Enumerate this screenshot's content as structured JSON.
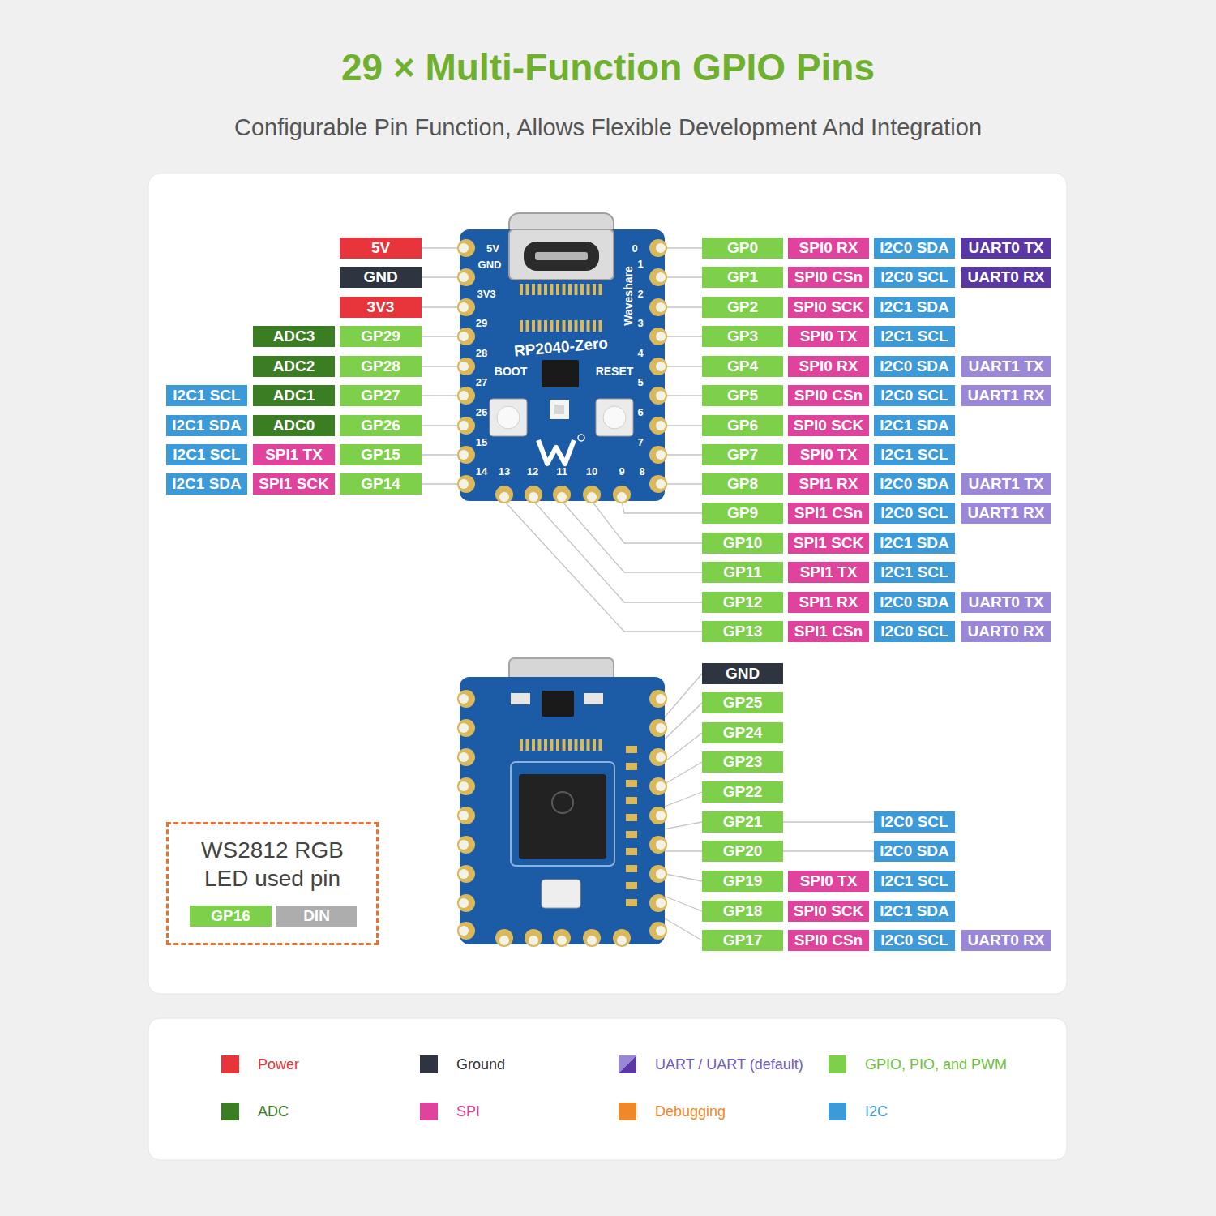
{
  "diagram": {
    "title": "29 × Multi-Function GPIO Pins",
    "caption": "Configurable Pin Function, Allows Flexible Development And Integration",
    "nodes": [
      {
        "text": [
          "5V"
        ]
      },
      {
        "text": [
          "GND"
        ]
      },
      {
        "text": [
          "3V3"
        ]
      },
      {
        "text": [
          "ADC3"
        ]
      },
      {
        "text": [
          "GP29"
        ]
      },
      {
        "text": [
          "ADC2"
        ]
      },
      {
        "text": [
          "GP28"
        ]
      },
      {
        "text": [
          "I2C1 SCL"
        ]
      },
      {
        "text": [
          "ADC1"
        ]
      },
      {
        "text": [
          "GP27"
        ]
      },
      {
        "text": [
          "I2C1 SDA"
        ]
      },
      {
        "text": [
          "ADC0"
        ]
      },
      {
        "text": [
          "GP26"
        ]
      },
      {
        "text": [
          "I2C1 SCL"
        ]
      },
      {
        "text": [
          "SPI1 TX"
        ]
      },
      {
        "text": [
          "GP15"
        ]
      },
      {
        "text": [
          "I2C1 SDA"
        ]
      },
      {
        "text": [
          "SPI1 SCK"
        ]
      },
      {
        "text": [
          "GP14"
        ]
      },
      {
        "text": [
          "GP0"
        ]
      },
      {
        "text": [
          "SPI0 RX"
        ]
      },
      {
        "text": [
          "I2C0 SDA"
        ]
      },
      {
        "text": [
          "UART0 TX"
        ]
      },
      {
        "text": [
          "GP1"
        ]
      },
      {
        "text": [
          "SPI0 CSn"
        ]
      },
      {
        "text": [
          "I2C0 SCL"
        ]
      },
      {
        "text": [
          "UART0 RX"
        ]
      },
      {
        "text": [
          "GP2"
        ]
      },
      {
        "text": [
          "SPI0 SCK"
        ]
      },
      {
        "text": [
          "I2C1 SDA"
        ]
      },
      {
        "text": [
          "GP3"
        ]
      },
      {
        "text": [
          "SPI0 TX"
        ]
      },
      {
        "text": [
          "I2C1 SCL"
        ]
      },
      {
        "text": [
          "GP4"
        ]
      },
      {
        "text": [
          "SPI0 RX"
        ]
      },
      {
        "text": [
          "I2C0 SDA"
        ]
      },
      {
        "text": [
          "UART1 TX"
        ]
      },
      {
        "text": [
          "GP5"
        ]
      },
      {
        "text": [
          "SPI0 CSn"
        ]
      },
      {
        "text": [
          "I2C0 SCL"
        ]
      },
      {
        "text": [
          "UART1 RX"
        ]
      },
      {
        "text": [
          "GP6"
        ]
      },
      {
        "text": [
          "SPI0 SCK"
        ]
      },
      {
        "text": [
          "I2C1 SDA"
        ]
      },
      {
        "text": [
          "GP7"
        ]
      },
      {
        "text": [
          "SPI0 TX"
        ]
      },
      {
        "text": [
          "I2C1 SCL"
        ]
      },
      {
        "text": [
          "GP8"
        ]
      },
      {
        "text": [
          "SPI1 RX"
        ]
      },
      {
        "text": [
          "I2C0 SDA"
        ]
      },
      {
        "text": [
          "UART1 TX"
        ]
      },
      {
        "text": [
          "GP9"
        ]
      },
      {
        "text": [
          "SPI1 CSn"
        ]
      },
      {
        "text": [
          "I2C0 SCL"
        ]
      },
      {
        "text": [
          "UART1 RX"
        ]
      },
      {
        "text": [
          "GP10"
        ]
      },
      {
        "text": [
          "SPI1 SCK"
        ]
      },
      {
        "text": [
          "I2C1 SDA"
        ]
      },
      {
        "text": [
          "GP11"
        ]
      },
      {
        "text": [
          "SPI1 TX"
        ]
      },
      {
        "text": [
          "I2C1 SCL"
        ]
      },
      {
        "text": [
          "GP12"
        ]
      },
      {
        "text": [
          "SPI1 RX"
        ]
      },
      {
        "text": [
          "I2C0 SDA"
        ]
      },
      {
        "text": [
          "UART0 TX"
        ]
      },
      {
        "text": [
          "GP13"
        ]
      },
      {
        "text": [
          "SPI1 CSn"
        ]
      },
      {
        "text": [
          "I2C0 SCL"
        ]
      },
      {
        "text": [
          "UART0 RX"
        ]
      },
      {
        "text": [
          "GND"
        ]
      },
      {
        "text": [
          "GP25"
        ]
      },
      {
        "text": [
          "GP24"
        ]
      },
      {
        "text": [
          "GP23"
        ]
      },
      {
        "text": [
          "GP22"
        ]
      },
      {
        "text": [
          "GP21"
        ]
      },
      {
        "text": [
          "I2C0 SCL"
        ]
      },
      {
        "text": [
          "GP20"
        ]
      },
      {
        "text": [
          "I2C0 SDA"
        ]
      },
      {
        "text": [
          "GP19"
        ]
      },
      {
        "text": [
          "SPI0 TX"
        ]
      },
      {
        "text": [
          "I2C1 SCL"
        ]
      },
      {
        "text": [
          "GP18"
        ]
      },
      {
        "text": [
          "SPI0 SCK"
        ]
      },
      {
        "text": [
          "I2C1 SDA"
        ]
      },
      {
        "text": [
          "GP17"
        ]
      },
      {
        "text": [
          "SPI0 CSn"
        ]
      },
      {
        "text": [
          "I2C0 SCL"
        ]
      },
      {
        "text": [
          "UART0 RX"
        ]
      },
      {
        "text": [
          "WS2812 RGB LED used pin"
        ]
      },
      {
        "text": [
          "GP16"
        ],
        "in": 88
      },
      {
        "text": [
          "DIN"
        ],
        "in": 88
      }
    ],
    "labels": [
      "5V",
      "GND",
      "3V3",
      "29",
      "28",
      "27",
      "26",
      "15",
      "14",
      "13",
      "12",
      "11",
      "10",
      "9",
      "8",
      "0",
      "1",
      "2",
      "3",
      "4",
      "5",
      "6",
      "7",
      "Waveshare",
      "RP2040-Zero",
      "BOOT",
      "RESET"
    ],
    "legend": [
      {
        "text": "Power",
        "color": "#e8353b"
      },
      {
        "text": "Ground",
        "color": "#2e3440"
      },
      {
        "text": "UART / UART (default)"
      },
      {
        "text": "GPIO, PIO, and PWM",
        "color": "#7ed04b"
      },
      {
        "text": "ADC",
        "color": "#3b7d23"
      },
      {
        "text": "SPI",
        "color": "#e0439c"
      },
      {
        "text": "Debugging",
        "color": "#f0882a"
      },
      {
        "text": "I2C",
        "color": "#3d9ad8"
      }
    ]
  }
}
